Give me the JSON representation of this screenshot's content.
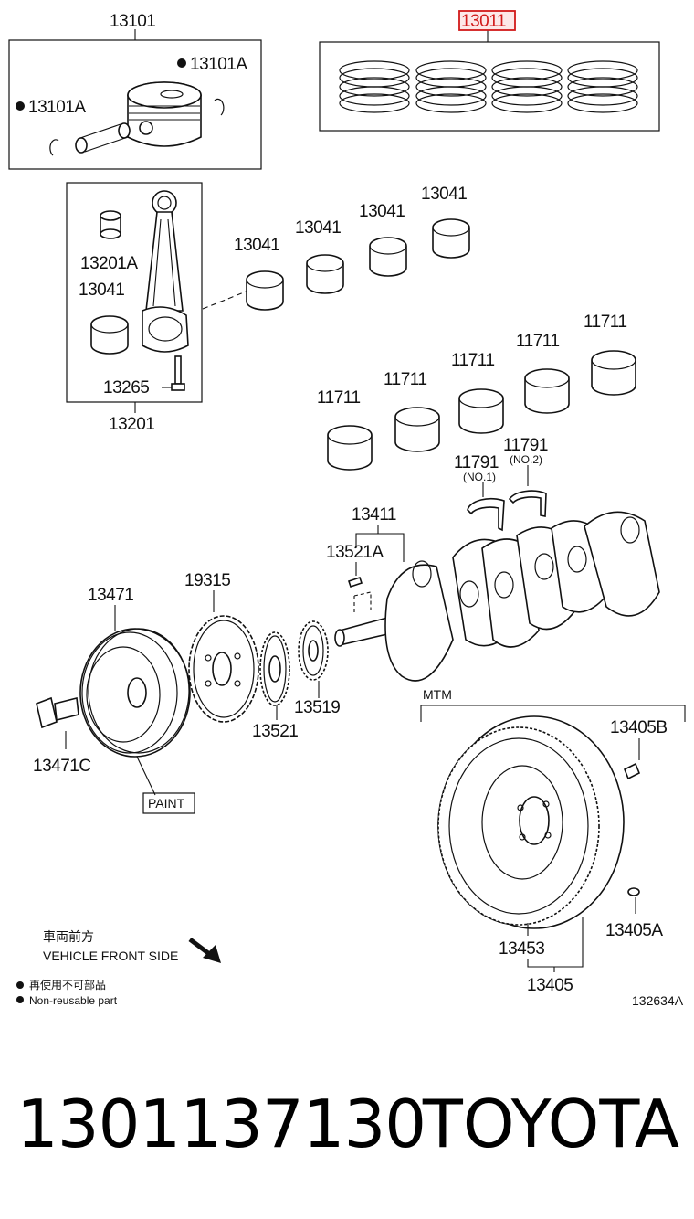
{
  "diagram": {
    "callouts": {
      "piston_set": "13101",
      "ring_set": "13011",
      "snap_ring_right": "13101A",
      "snap_ring_left": "13101A",
      "rod_bushing": "13201A",
      "rod_bearing_left": "13041",
      "rod_bolt": "13265",
      "rod_assembly": "13201",
      "rod_bearing_1": "13041",
      "rod_bearing_2": "13041",
      "rod_bearing_3": "13041",
      "rod_bearing_4": "13041",
      "main_bearing_1": "11711",
      "main_bearing_2": "11711",
      "main_bearing_3": "11711",
      "main_bearing_4": "11711",
      "main_bearing_5": "11711",
      "thrust_washer_1": "11791",
      "thrust_washer_1_sub": "(NO.1)",
      "thrust_washer_2": "11791",
      "thrust_washer_2_sub": "(NO.2)",
      "crankshaft": "13411",
      "crank_key": "13521A",
      "pulley": "13471",
      "pulley_bolt": "13471C",
      "sensor_plate": "19315",
      "crank_gear": "13521",
      "crank_sprocket": "13519",
      "paint_note": "PAINT",
      "mtm_label": "MTM",
      "flywheel_bolt": "13405B",
      "flywheel_pin": "13405A",
      "ring_gear": "13453",
      "flywheel_assembly": "13405"
    },
    "direction_jp": "車両前方",
    "direction_en": "VEHICLE FRONT SIDE",
    "legend_jp": "再使用不可部品",
    "legend_en": "Non-reusable part",
    "diagram_id": "132634A",
    "highlight_color": "#d11a1a"
  },
  "footer": {
    "part_number": "1301137130",
    "brand": "TOYOTA"
  }
}
